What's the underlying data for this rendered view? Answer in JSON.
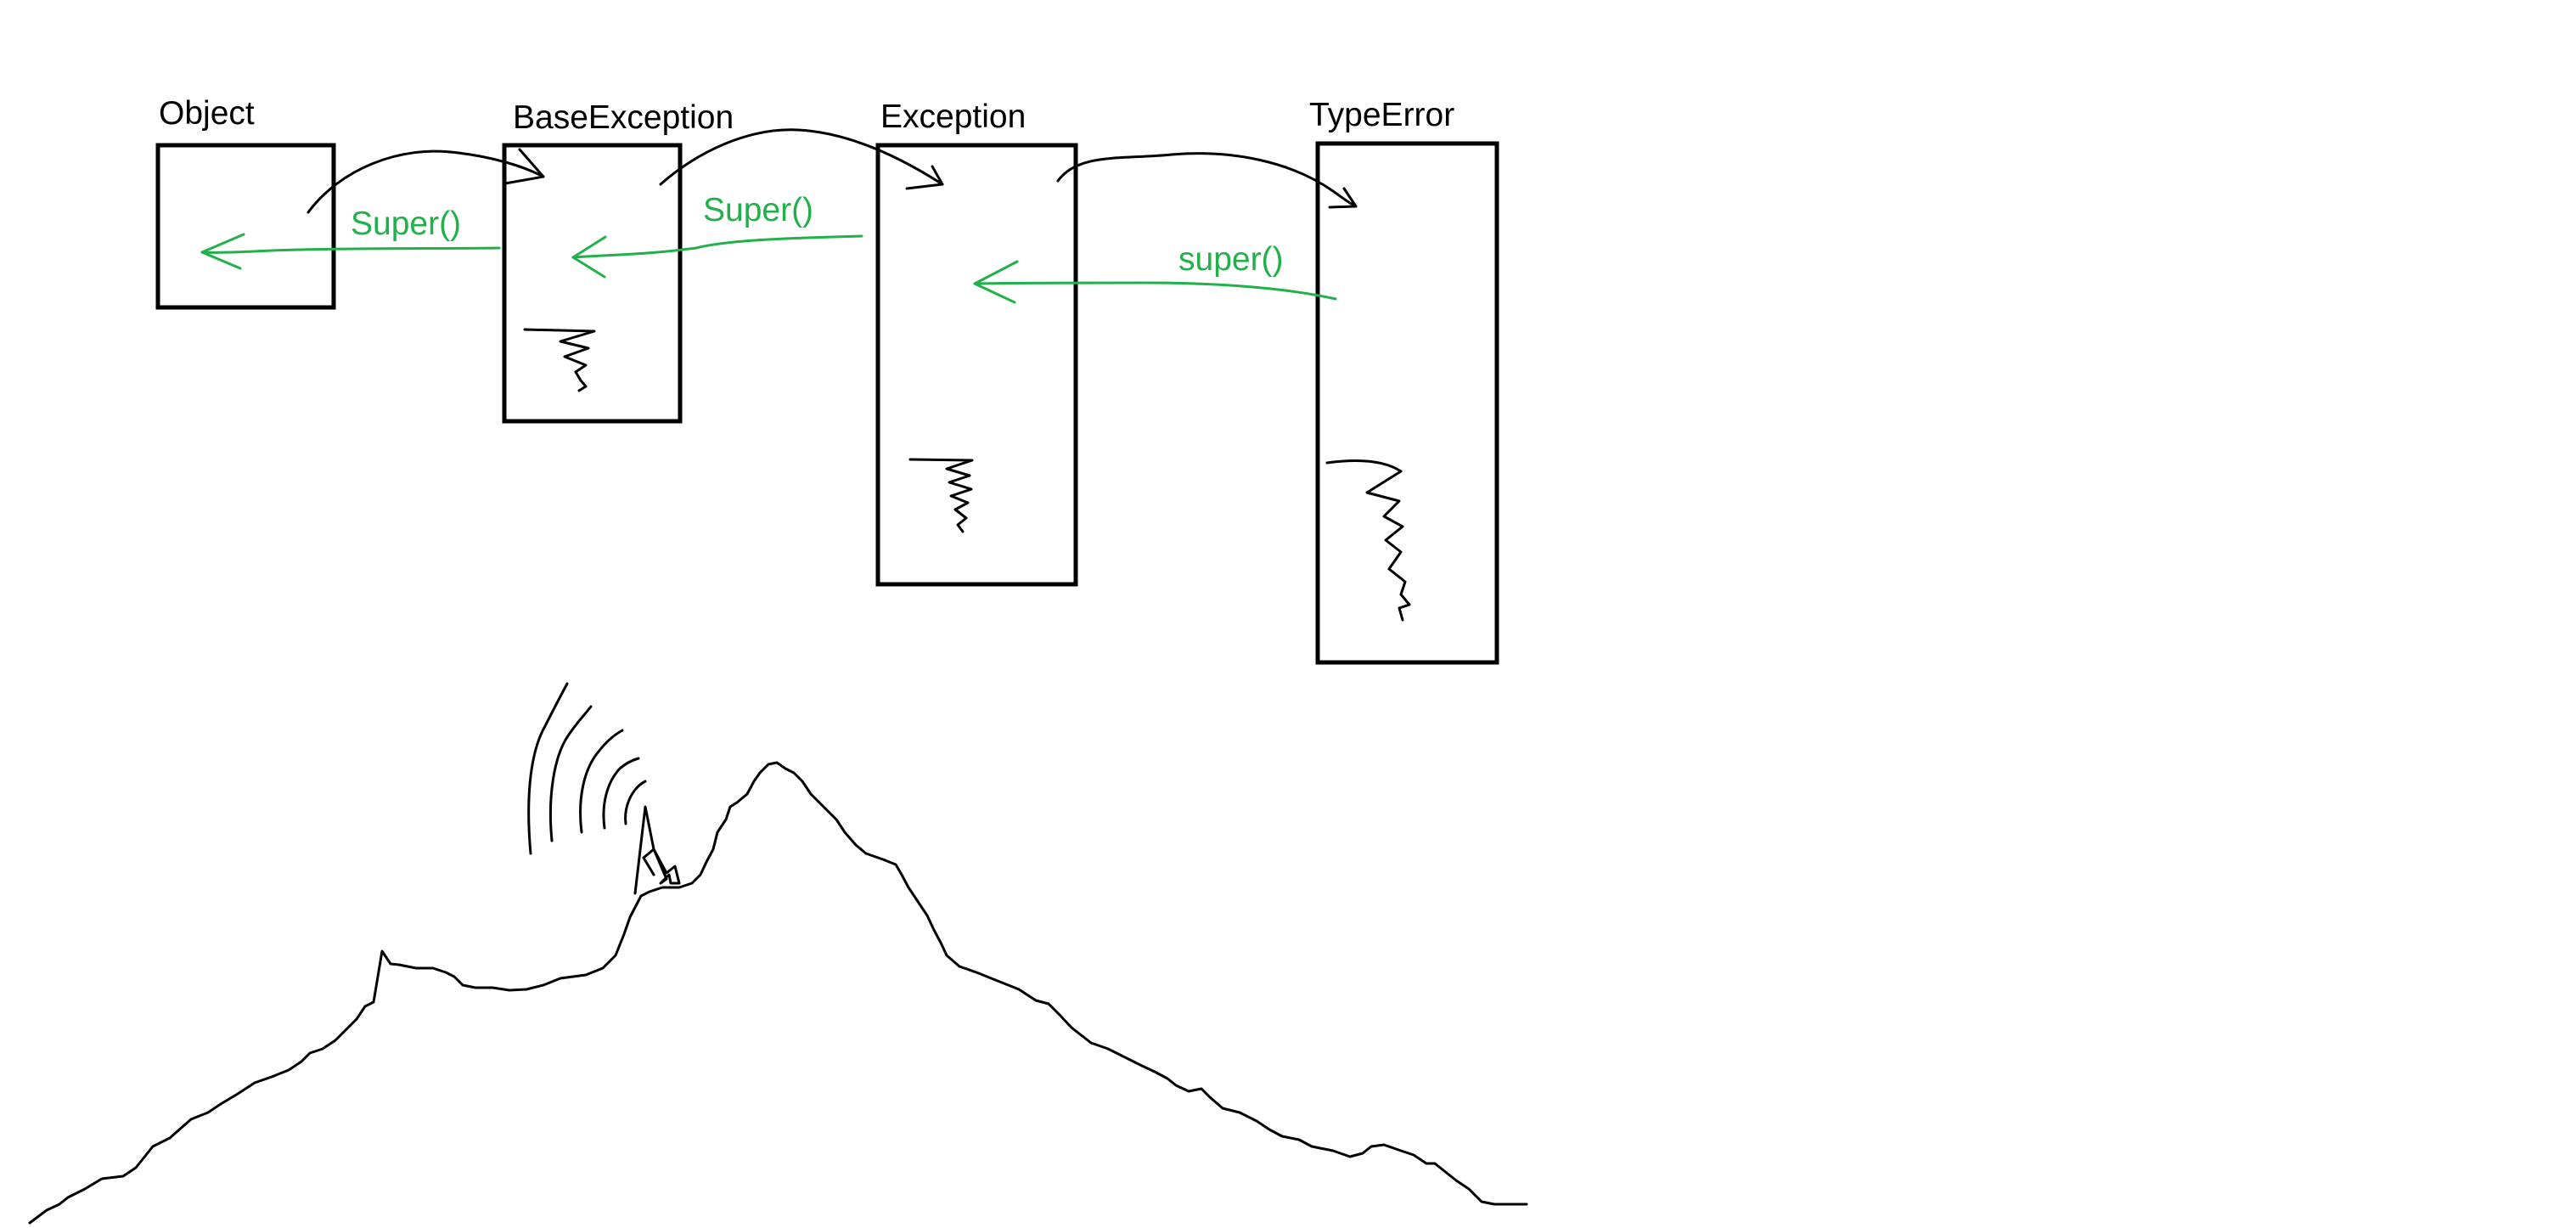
{
  "diagram": {
    "boxes": [
      {
        "id": "object",
        "label": "Object"
      },
      {
        "id": "base-exception",
        "label": "BaseException"
      },
      {
        "id": "exception",
        "label": "Exception"
      },
      {
        "id": "type-error",
        "label": "TypeError"
      }
    ],
    "super_calls": [
      {
        "id": "super-1",
        "label": "Super()"
      },
      {
        "id": "super-2",
        "label": "Super()"
      },
      {
        "id": "super-3",
        "label": "super()"
      }
    ]
  },
  "colors": {
    "ink": "#000000",
    "super_arrow": "#22b04a",
    "background": "#ffffff"
  }
}
